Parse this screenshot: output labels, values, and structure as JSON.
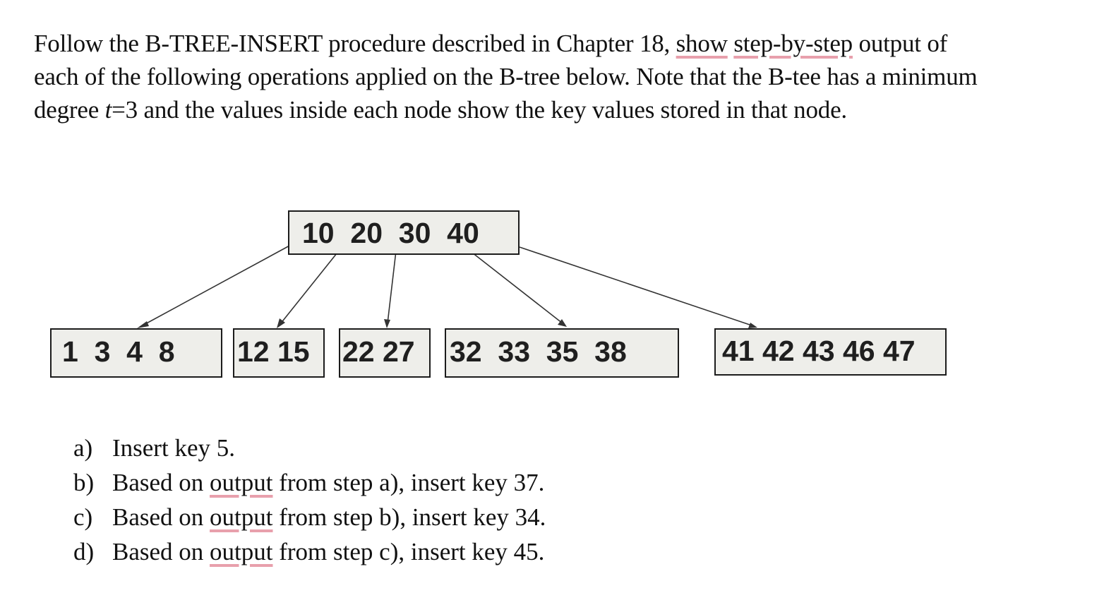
{
  "intro": {
    "line1_a": "Follow the B-TREE-INSERT procedure described in Chapter 18, ",
    "line1_b": "show",
    "line1_c": " ",
    "line1_d": "step-by-step",
    "line1_e": " output of",
    "line2": "each of the following operations applied on the B-tree below. Note that the B-tee has a minimum",
    "line3_a": "degree ",
    "line3_b": "t",
    "line3_c": "=3 and the values inside each node show the key values stored in that node."
  },
  "tree": {
    "root": "10  20  30  40",
    "children": [
      "1  3  4  8",
      "12 15",
      "22 27",
      "32  33  35  38",
      "41 42 43 46 47"
    ]
  },
  "items": [
    {
      "marker": "a)",
      "text_a": "Insert key 5.",
      "underline": "",
      "text_b": ""
    },
    {
      "marker": "b)",
      "text_a": "Based on ",
      "underline": "output",
      "text_b": " from step a), insert key 37."
    },
    {
      "marker": "c)",
      "text_a": "Based on ",
      "underline": "output",
      "text_b": " from step b), insert key 34."
    },
    {
      "marker": "d)",
      "text_a": "Based on ",
      "underline": "output",
      "text_b": " from step c), insert key 45."
    }
  ],
  "colors": {
    "node_fill": "#eeeeea",
    "spellcheck_underline": "#e8a0ac"
  }
}
